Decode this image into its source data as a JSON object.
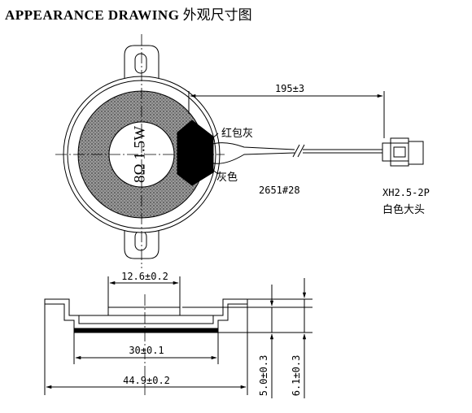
{
  "title": {
    "en": "APPEARANCE  DRAWING",
    "zh": "外观尺寸图"
  },
  "top_view": {
    "marking": "8Ω 1.5W",
    "wire_length": "195±3",
    "wire_red": "红包灰",
    "wire_grey": "灰色",
    "wire_spec": "2651#28",
    "connector": "XH2.5-2P",
    "connector_desc": "白色大头"
  },
  "side_view": {
    "dim_dome": "12.6±0.2",
    "dim_inner": "30±0.1",
    "dim_overall": "44.9±0.2",
    "dim_height_1": "5.0±0.3",
    "dim_height_2": "6.1±0.3"
  }
}
